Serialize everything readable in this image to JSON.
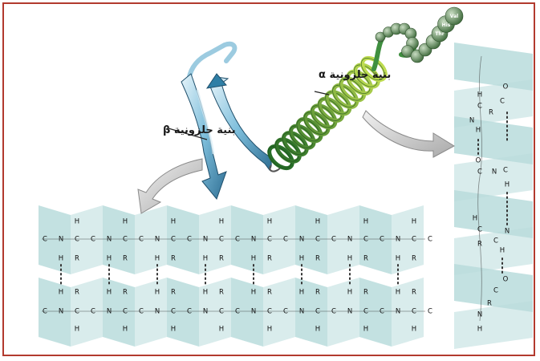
{
  "labels": {
    "alpha_label": "بنية حلزونية α",
    "beta_label": "بنية حلزونية β"
  },
  "residues": [
    "Val",
    "His",
    "Thr"
  ],
  "atoms": {
    "carbon": "C",
    "nitrogen": "N",
    "oxygen": "O",
    "hydrogen": "H",
    "side_chain": "R"
  },
  "colors": {
    "frame": "#b23a2e",
    "sheet_fill": "#b9dcdc",
    "beta_arrow": "#2f7fa6",
    "helix_dark": "#2e7d32",
    "helix_light": "#b7e06b",
    "residue_ball": "#6f9a6b",
    "pointer_arrow": "#d5d5d5"
  }
}
